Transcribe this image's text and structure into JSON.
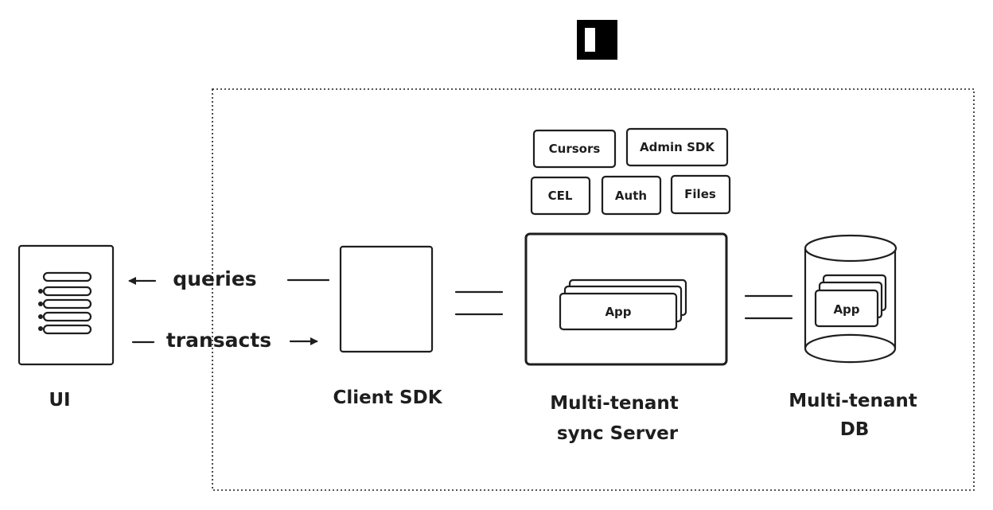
{
  "logo": {
    "name": "logo-mark"
  },
  "ui": {
    "label": "UI",
    "icon": "document-list-icon"
  },
  "edges": {
    "queries": "queries",
    "transacts": "transacts"
  },
  "client_sdk": {
    "label": "Client SDK"
  },
  "sync_server": {
    "label_line1": "Multi-tenant",
    "label_line2": "sync Server",
    "app_label": "App"
  },
  "features": {
    "cursors": "Cursors",
    "admin_sdk": "Admin SDK",
    "cel": "CEL",
    "auth": "Auth",
    "files": "Files"
  },
  "db": {
    "label_line1": "Multi-tenant",
    "label_line2": "DB",
    "app_label": "App"
  }
}
